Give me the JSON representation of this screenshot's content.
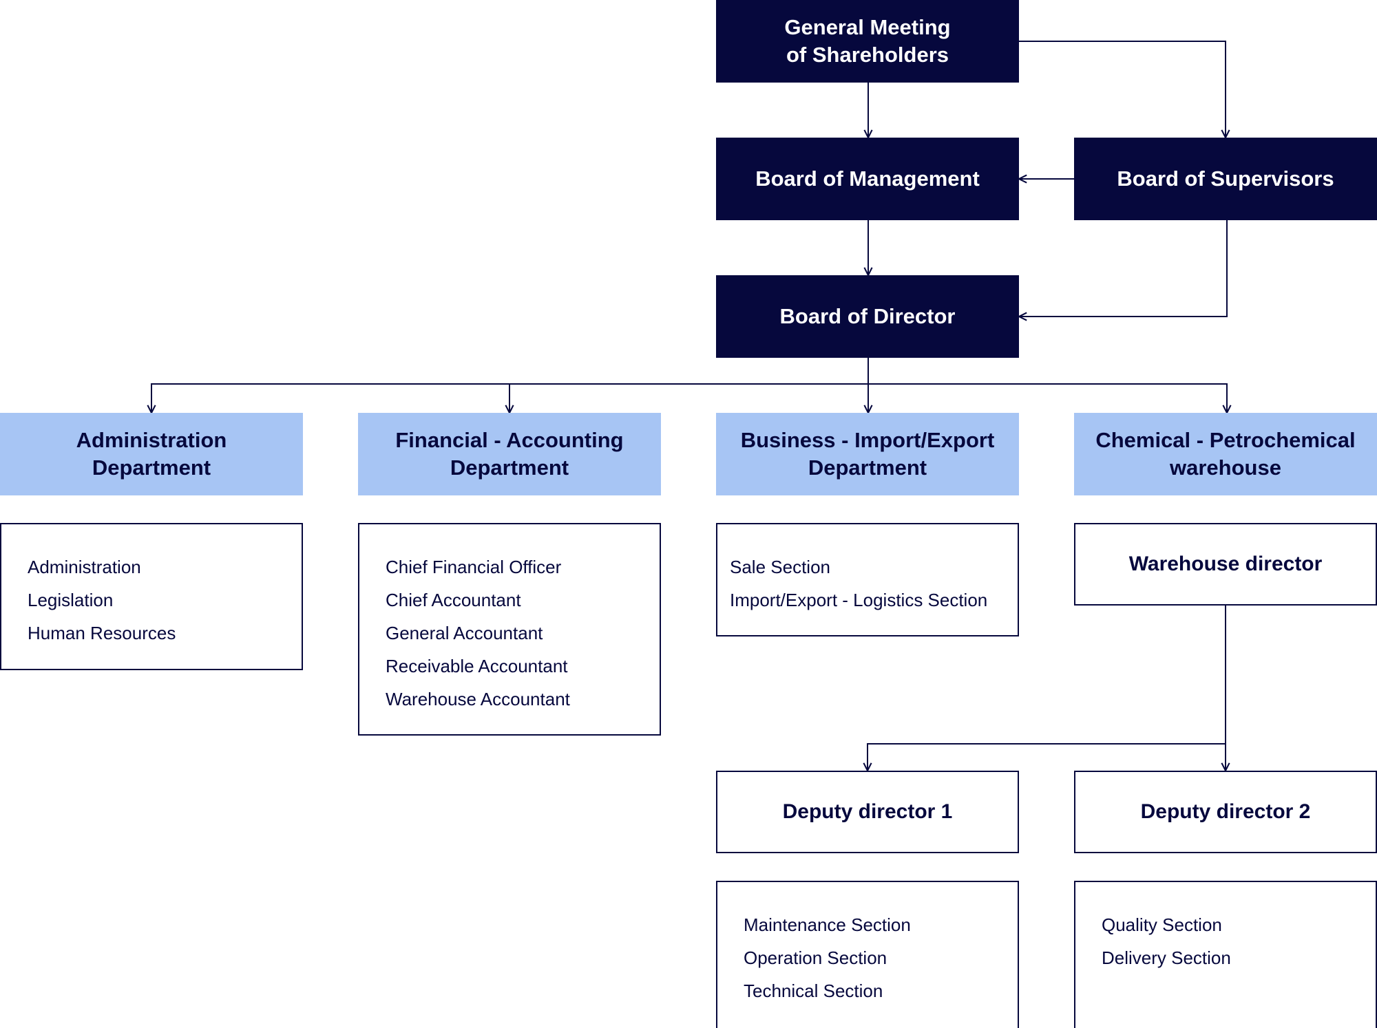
{
  "nodes": {
    "general_meeting": {
      "line1": "General Meeting",
      "line2": "of Shareholders"
    },
    "board_management": "Board of Management",
    "board_supervisors": "Board of Supervisors",
    "board_director": "Board of Director",
    "dept_admin": {
      "line1": "Administration",
      "line2": "Department"
    },
    "dept_finance": {
      "line1": "Financial - Accounting",
      "line2": "Department"
    },
    "dept_business": {
      "line1": "Business - Import/Export",
      "line2": "Department"
    },
    "dept_chemical": {
      "line1": "Chemical - Petrochemical",
      "line2": "warehouse"
    },
    "warehouse_director": "Warehouse director",
    "deputy_1": "Deputy director 1",
    "deputy_2": "Deputy director 2"
  },
  "lists": {
    "admin": [
      "Administration",
      "Legislation",
      "Human Resources"
    ],
    "finance": [
      "Chief Financial Officer",
      "Chief Accountant",
      "General Accountant",
      "Receivable Accountant",
      "Warehouse Accountant"
    ],
    "business": [
      "Sale Section",
      "Import/Export - Logistics Section"
    ],
    "deputy_1": [
      "Maintenance Section",
      "Operation Section",
      "Technical Section"
    ],
    "deputy_2": [
      "Quality Section",
      "Delivery Section"
    ]
  },
  "colors": {
    "navy": "#06083d",
    "department_blue": "#a7c5f4",
    "background": "#ffffff"
  }
}
